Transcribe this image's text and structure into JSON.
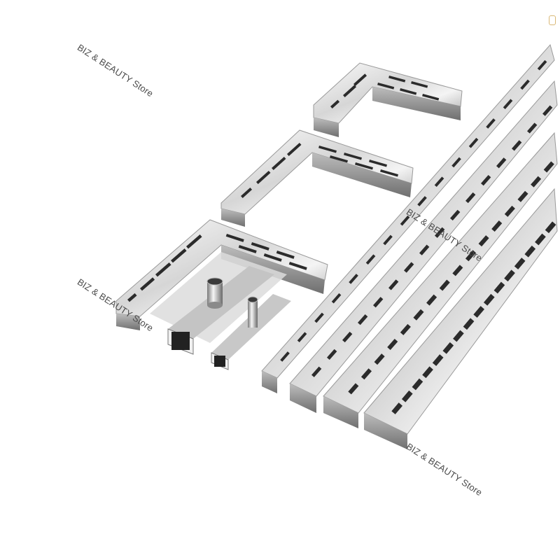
{
  "watermarks": [
    "BIZ & BEAUTY Store",
    "BIZ & BEAUTY Store",
    "BIZ & BEAUTY Store",
    "BIZ & BEAUTY Store"
  ],
  "colors": {
    "background": "#ffffff",
    "steel_light": "#f2f2f2",
    "steel_mid": "#c8c8c8",
    "steel_dark": "#8a8a8a",
    "slot": "#2b2b2b",
    "watermark": "#4a4a4a"
  }
}
